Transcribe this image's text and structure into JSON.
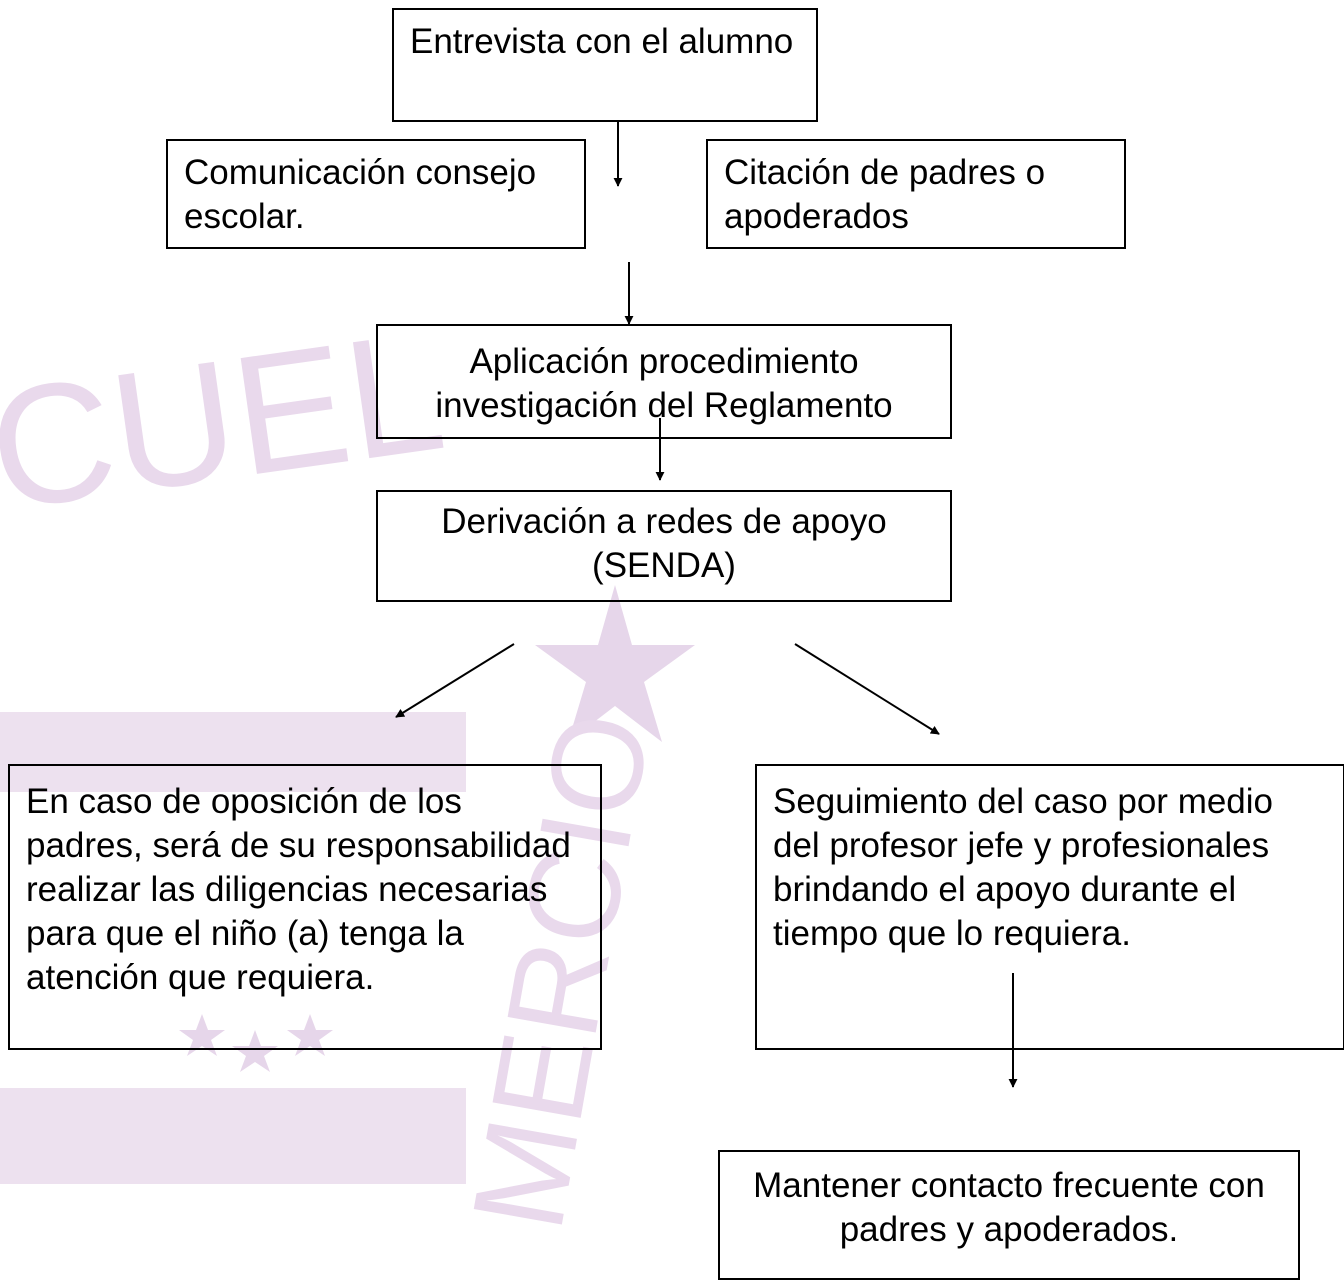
{
  "boxes": {
    "entrevista": "Entrevista con el alumno",
    "comunicacion": "Comunicación consejo escolar.",
    "citacion": "Citación de padres o apoderados",
    "aplicacion": "Aplicación procedimiento investigación del Reglamento",
    "derivacion": "Derivación a redes de apoyo (SENDA)",
    "oposicion": "En caso de oposición de los padres, será de su responsabilidad realizar las diligencias necesarias para que el niño (a) tenga la atención que requiera.",
    "seguimiento": "Seguimiento del caso por medio del profesor jefe y profesionales brindando el apoyo durante el tiempo que lo requiera.",
    "mantener": "Mantener contacto frecuente con padres y apoderados."
  },
  "watermark": {
    "arc_left": "CUEL",
    "arc_right": "MERCIO"
  },
  "colors": {
    "watermark": "#e9d9ec",
    "line": "#000000"
  }
}
